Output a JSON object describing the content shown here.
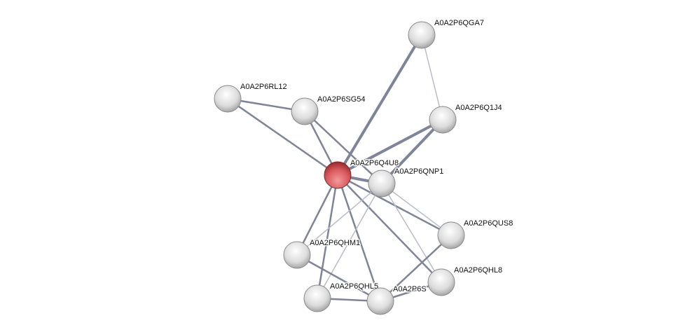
{
  "nodes": [
    {
      "id": "Q4U8",
      "label": "A0A2P6Q4U8",
      "query": true
    },
    {
      "id": "QNP1",
      "label": "A0A2P6QNP1"
    },
    {
      "id": "QGA7",
      "label": "A0A2P6QGA7"
    },
    {
      "id": "Q1J4",
      "label": "A0A2P6Q1J4"
    },
    {
      "id": "RL12",
      "label": "A0A2P6RL12"
    },
    {
      "id": "SG54",
      "label": "A0A2P6SG54"
    },
    {
      "id": "QUS8",
      "label": "A0A2P6QUS8"
    },
    {
      "id": "QHM1",
      "label": "A0A2P6QHM1"
    },
    {
      "id": "QHL8",
      "label": "A0A2P6QHL8"
    },
    {
      "id": "QHL5",
      "label": "A0A2P6QHL5"
    },
    {
      "id": "S",
      "label": "A0A2P6S"
    }
  ],
  "edges": [
    [
      "Q4U8",
      "QGA7"
    ],
    [
      "Q4U8",
      "Q1J4"
    ],
    [
      "QNP1",
      "Q1J4"
    ],
    [
      "QGA7",
      "Q1J4"
    ],
    [
      "RL12",
      "SG54"
    ],
    [
      "RL12",
      "Q4U8"
    ],
    [
      "SG54",
      "Q4U8"
    ],
    [
      "SG54",
      "QNP1"
    ],
    [
      "Q4U8",
      "QNP1"
    ],
    [
      "Q4U8",
      "QHM1"
    ],
    [
      "Q4U8",
      "QHL5"
    ],
    [
      "Q4U8",
      "S"
    ],
    [
      "Q4U8",
      "QHL8"
    ],
    [
      "Q4U8",
      "QUS8"
    ],
    [
      "QNP1",
      "QHM1"
    ],
    [
      "QNP1",
      "QHL5"
    ],
    [
      "QNP1",
      "QUS8"
    ],
    [
      "QNP1",
      "QHL8"
    ],
    [
      "QHM1",
      "S"
    ],
    [
      "QHL5",
      "S"
    ],
    [
      "S",
      "QUS8"
    ],
    [
      "S",
      "QHL8"
    ]
  ],
  "colors": {
    "query_node": "#d9575c",
    "node": "#e0e0e0",
    "edge": "#7f8499"
  }
}
